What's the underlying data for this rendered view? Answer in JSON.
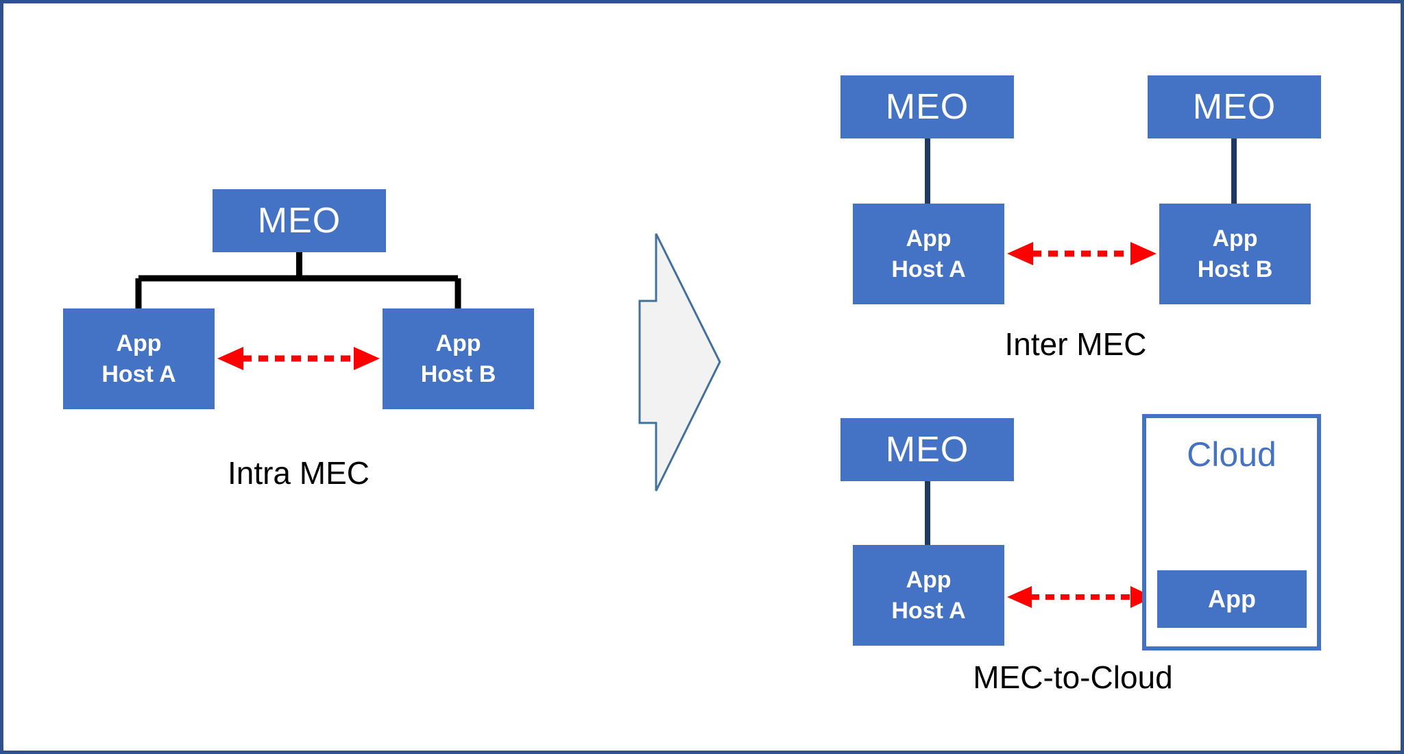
{
  "colors": {
    "box_blue": "#4472C4",
    "box_text": "#FFFFFF",
    "connector_black": "#000000",
    "connector_navy": "#1F3864",
    "arrow_red": "#FF0000",
    "big_arrow_fill": "#F2F2F2",
    "big_arrow_stroke": "#41719C",
    "cloud_border": "#4472C4",
    "cloud_text": "#4472C4",
    "frame_border": "#2F528F",
    "label_text": "#000000"
  },
  "diagrams": {
    "intra": {
      "meo": "MEO",
      "host_a": {
        "line1": "App",
        "line2": "Host A"
      },
      "host_b": {
        "line1": "App",
        "line2": "Host B"
      },
      "caption": "Intra MEC"
    },
    "inter": {
      "meo_left": "MEO",
      "meo_right": "MEO",
      "host_a": {
        "line1": "App",
        "line2": "Host A"
      },
      "host_b": {
        "line1": "App",
        "line2": "Host B"
      },
      "caption": "Inter MEC"
    },
    "cloud": {
      "meo": "MEO",
      "host_a": {
        "line1": "App",
        "line2": "Host A"
      },
      "cloud_label": "Cloud",
      "app": "App",
      "caption": "MEC-to-Cloud"
    }
  }
}
